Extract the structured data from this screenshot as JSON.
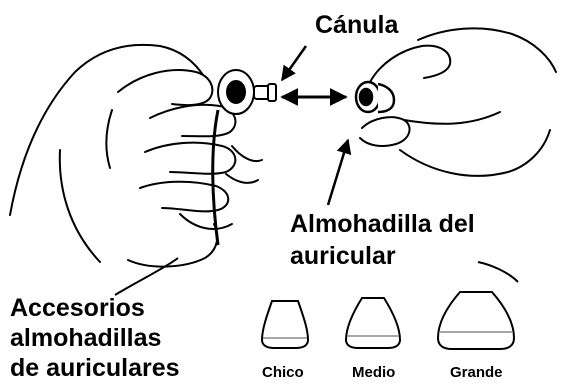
{
  "labels": {
    "cannula": "Cánula",
    "earpiece_tip": [
      "Almohadilla del",
      "auricular"
    ],
    "accessories": [
      "Accesorios",
      "almohadillas",
      "de auriculares"
    ]
  },
  "tip_sizes": [
    "Chico",
    "Medio",
    "Grande"
  ],
  "icons": {
    "left_hand": "hand-holding-earpiece-icon",
    "right_hand": "hand-holding-tip-icon",
    "double_arrow": "double-arrow-icon"
  }
}
